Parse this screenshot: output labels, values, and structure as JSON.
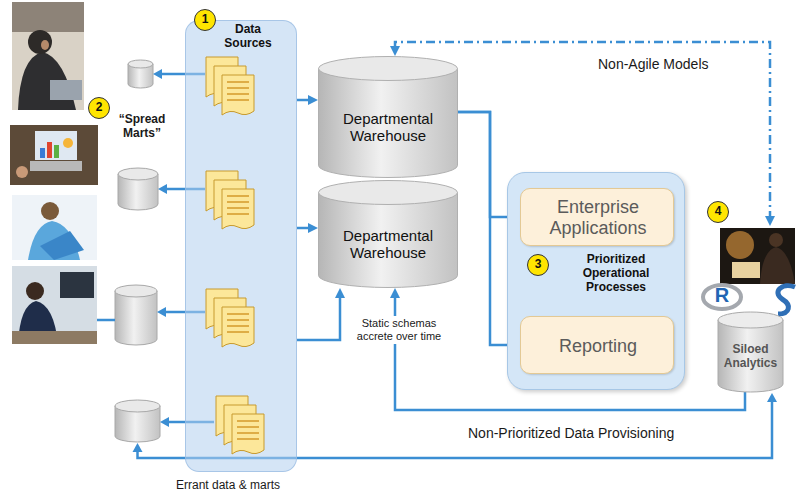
{
  "diagram": {
    "nodes": [
      {
        "text": [
          "Data Sources"
        ]
      },
      {
        "text": [
          "Departmental Warehouse"
        ]
      },
      {
        "text": [
          "Departmental Warehouse"
        ]
      },
      {
        "text": [
          "Prioritized Operational Processes"
        ]
      },
      {
        "text": [
          "Enterprise Applications"
        ],
        "in": 3
      },
      {
        "text": [
          "Reporting"
        ],
        "in": 3
      },
      {
        "text": [
          "Siloed Analytics"
        ]
      }
    ],
    "edges": [
      {
        "from": 0,
        "to": 1,
        "arrow": "to"
      },
      {
        "from": 0,
        "to": 2,
        "arrow": "to"
      },
      {
        "from": 0,
        "to": 2,
        "arrow": "to"
      },
      {
        "from": 1,
        "to": 4,
        "arrow": "to"
      },
      {
        "from": 1,
        "to": 5,
        "arrow": "to"
      },
      {
        "from": 6,
        "to": 2,
        "arrow": "to"
      },
      {
        "from": 6,
        "to": 1,
        "arrow": "both",
        "label": "Non-Agile Models"
      }
    ],
    "labels": [
      "1",
      "2",
      "3",
      "4",
      "“Spread Marts”",
      "Static schemas accrete over time",
      "Non-Prioritized Data Provisioning",
      "Errant data & marts",
      "R"
    ]
  }
}
